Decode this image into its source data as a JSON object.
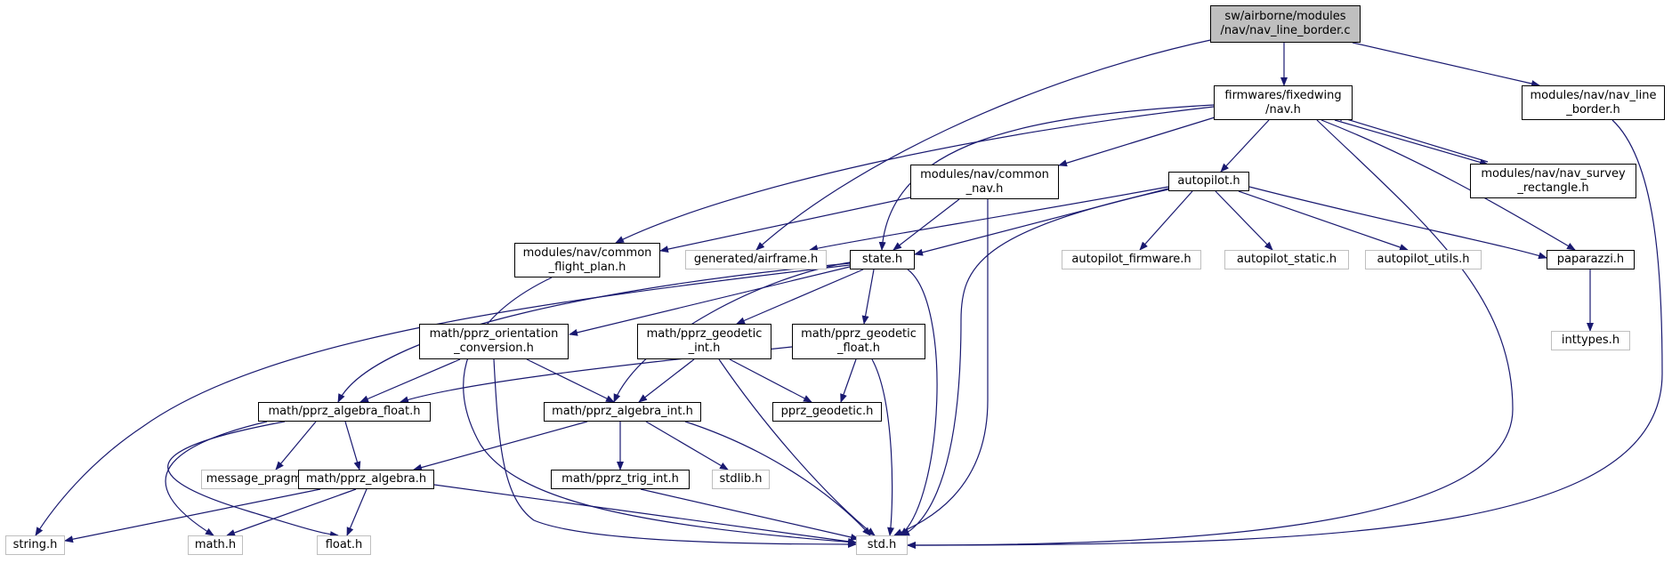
{
  "graph": {
    "edge_color": "#191970",
    "root_fill": "#bfbfbf",
    "external_border": "#bfbfbf",
    "nodes": {
      "root": "sw/airborne/modules\n/nav/nav_line_border.c",
      "nav": "firmwares/fixedwing\n/nav.h",
      "nav_line_border_h": "modules/nav/nav_line\n_border.h",
      "common_nav": "modules/nav/common\n_nav.h",
      "autopilot": "autopilot.h",
      "survey": "modules/nav/nav_survey\n_rectangle.h",
      "flight_plan": "modules/nav/common\n_flight_plan.h",
      "airframe": "generated/airframe.h",
      "state": "state.h",
      "ap_firmware": "autopilot_firmware.h",
      "ap_static": "autopilot_static.h",
      "ap_utils": "autopilot_utils.h",
      "paparazzi": "paparazzi.h",
      "orientation": "math/pprz_orientation\n_conversion.h",
      "geodetic_int": "math/pprz_geodetic\n_int.h",
      "geodetic_float": "math/pprz_geodetic\n_float.h",
      "inttypes": "inttypes.h",
      "algebra_float": "math/pprz_algebra_float.h",
      "algebra_int": "math/pprz_algebra_int.h",
      "pprz_geodetic": "pprz_geodetic.h",
      "message_pragmas": "message_pragmas.h",
      "algebra": "math/pprz_algebra.h",
      "trig_int": "math/pprz_trig_int.h",
      "stdlib": "stdlib.h",
      "string": "string.h",
      "math": "math.h",
      "float": "float.h",
      "std": "std.h"
    }
  }
}
